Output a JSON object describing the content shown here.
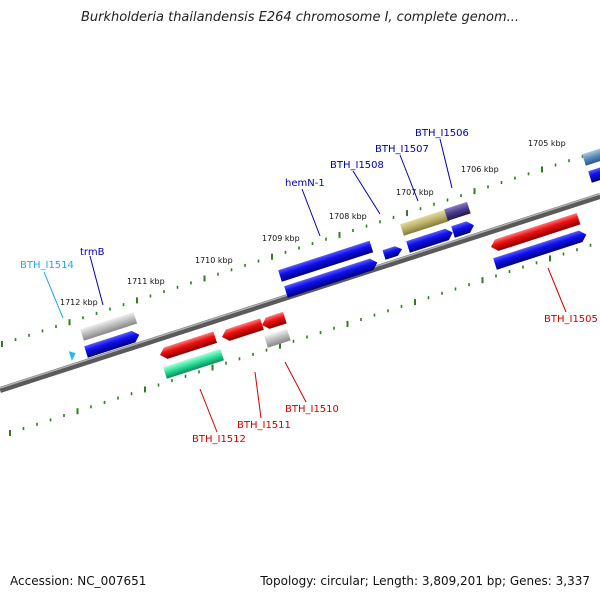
{
  "header": {
    "title": "Burkholderia thailandensis E264 chromosome I, complete genom..."
  },
  "footer": {
    "accession": "Accession: NC_007651",
    "summary": "Topology: circular; Length: 3,809,201 bp; Genes: 3,337"
  },
  "colors": {
    "tick": "#2e7d1e",
    "label_blue": "#0000aa",
    "label_cyan": "#22aadd",
    "label_red": "#cc0000",
    "backbone": "#777777"
  },
  "kbp_labels": [
    "1712 kbp",
    "1711 kbp",
    "1710 kbp",
    "1709 kbp",
    "1708 kbp",
    "1707 kbp",
    "1706 kbp",
    "1705 kbp"
  ],
  "gene_labels": {
    "bth_i1514": "BTH_I1514",
    "trmb": "trmB",
    "hemn1": "hemN-1",
    "bth_i1508": "BTH_I1508",
    "bth_i1507": "BTH_I1507",
    "bth_i1506": "BTH_I1506",
    "bth_i1505": "BTH_I1505",
    "bth_i1512": "BTH_I1512",
    "bth_i1511": "BTH_I1511",
    "bth_i1510": "BTH_I1510"
  }
}
